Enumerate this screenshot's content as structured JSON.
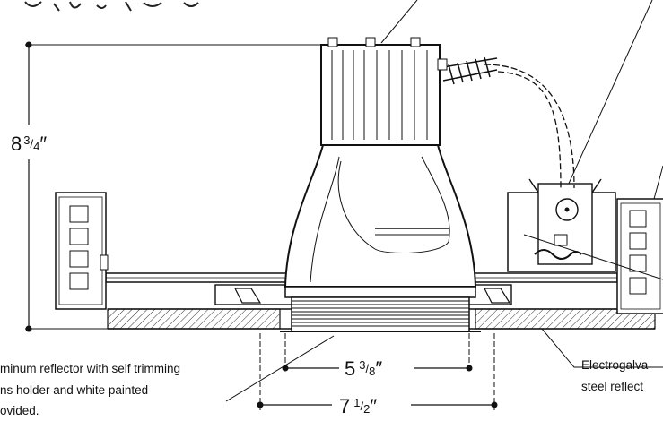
{
  "dimensions": {
    "height": {
      "whole": "8",
      "num": "3",
      "den": "4",
      "mark": "″"
    },
    "inner_width": {
      "whole": "5",
      "num": "3",
      "den": "8",
      "mark": "″"
    },
    "outer_width": {
      "whole": "7",
      "num": "1",
      "den": "2",
      "mark": "″"
    }
  },
  "callouts": {
    "reflector_left": {
      "lines": [
        "minum reflector with self trimming",
        "ns holder and white painted",
        "ovided."
      ]
    },
    "reflector_right": {
      "lines": [
        "Electrogalva",
        "steel reflect"
      ]
    }
  }
}
